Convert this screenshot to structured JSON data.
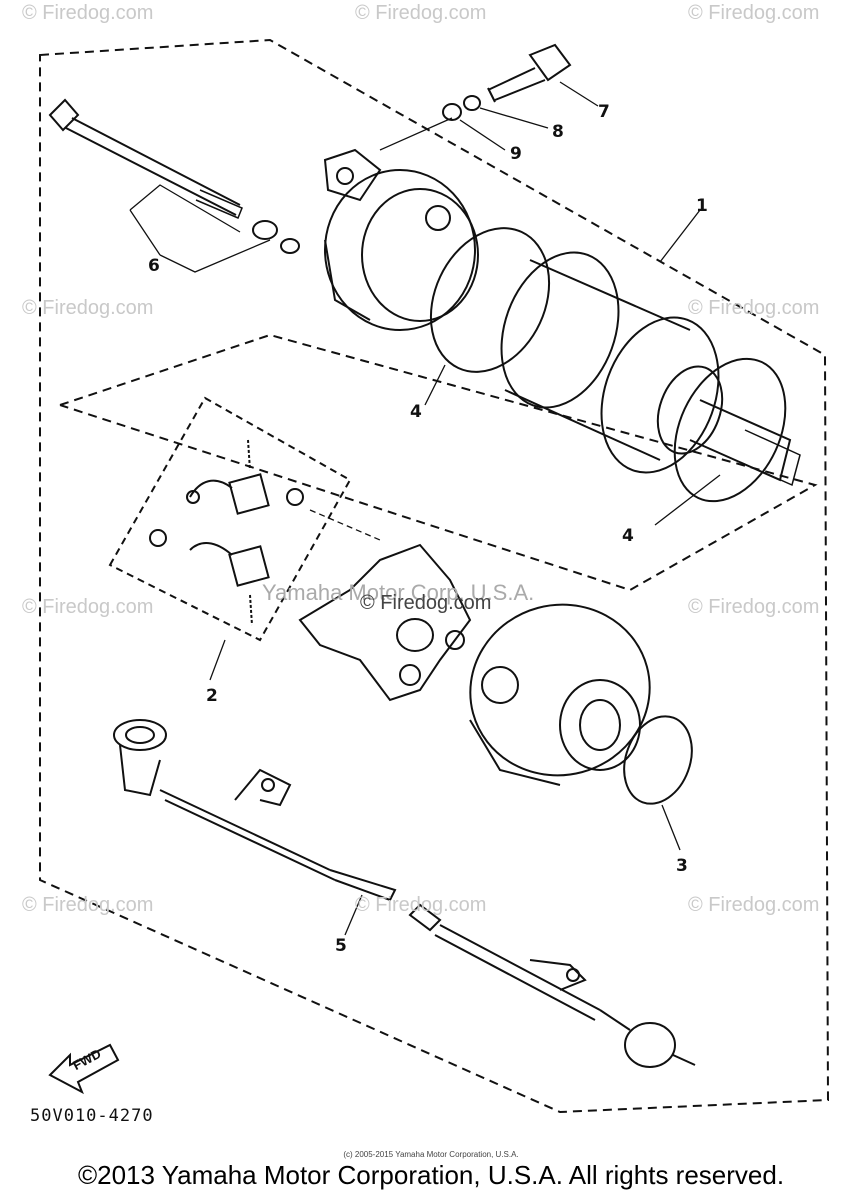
{
  "watermarks": {
    "text": "© Firedog.com",
    "center": "© Firedog.com",
    "brand": "Yamaha Motor Corp. U.S.A."
  },
  "callouts": [
    "1",
    "2",
    "3",
    "4",
    "4",
    "5",
    "6",
    "7",
    "8",
    "9"
  ],
  "part_code": "50V010-4270",
  "fwd_label": "FWD",
  "small_copyright": "(c) 2005-2015 Yamaha Motor Corporation, U.S.A.",
  "footer_copyright": "©2013 Yamaha Motor Corporation, U.S.A. All rights reserved.",
  "colors": {
    "line": "#111111",
    "watermark": "#c9c9c9"
  }
}
